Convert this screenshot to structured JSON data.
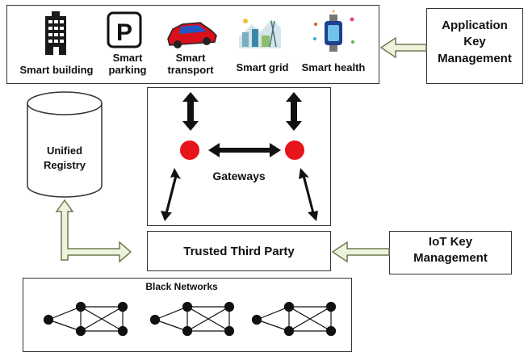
{
  "apps": [
    {
      "label": "Smart building",
      "icon": "building-icon"
    },
    {
      "label": "Smart parking",
      "icon": "parking-icon"
    },
    {
      "label": "Smart transport",
      "icon": "car-icon"
    },
    {
      "label": "Smart grid",
      "icon": "grid-icon"
    },
    {
      "label": "Smart health",
      "icon": "health-icon"
    }
  ],
  "app_key_mgmt": "Application Key Management",
  "registry": "Unified Registry",
  "gateways": "Gateways",
  "ttp": "Trusted Third Party",
  "iot_key_mgmt": "IoT Key Management",
  "black_networks": "Black Networks",
  "colors": {
    "gateway_node": "#e8141b",
    "arrow_fill": "#eef3dd",
    "arrow_stroke": "#6e7a52"
  }
}
